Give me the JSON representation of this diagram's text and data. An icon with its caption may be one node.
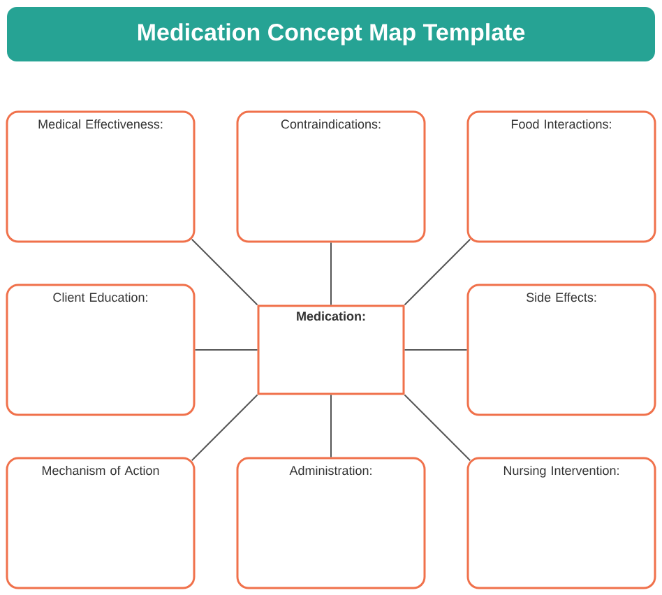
{
  "diagram": {
    "title": "Medication Concept Map Template",
    "nodes": [
      {
        "text": [
          "Medical Effectiveness:"
        ]
      },
      {
        "text": [
          "Contraindications:"
        ]
      },
      {
        "text": [
          "Food Interactions:"
        ]
      },
      {
        "text": [
          "Client Education:"
        ]
      },
      {
        "text": [
          "Medication:"
        ]
      },
      {
        "text": [
          "Side Effects:"
        ]
      },
      {
        "text": [
          "Mechanism of Action"
        ]
      },
      {
        "text": [
          "Administration:"
        ]
      },
      {
        "text": [
          "Nursing Intervention:"
        ]
      }
    ],
    "edges": [
      {
        "from": 4,
        "to": 0,
        "arrow": "none"
      },
      {
        "from": 4,
        "to": 1,
        "arrow": "none"
      },
      {
        "from": 4,
        "to": 2,
        "arrow": "none"
      },
      {
        "from": 4,
        "to": 3,
        "arrow": "none"
      },
      {
        "from": 4,
        "to": 5,
        "arrow": "none"
      },
      {
        "from": 4,
        "to": 6,
        "arrow": "none"
      },
      {
        "from": 4,
        "to": 7,
        "arrow": "none"
      },
      {
        "from": 4,
        "to": 8,
        "arrow": "none"
      }
    ]
  }
}
